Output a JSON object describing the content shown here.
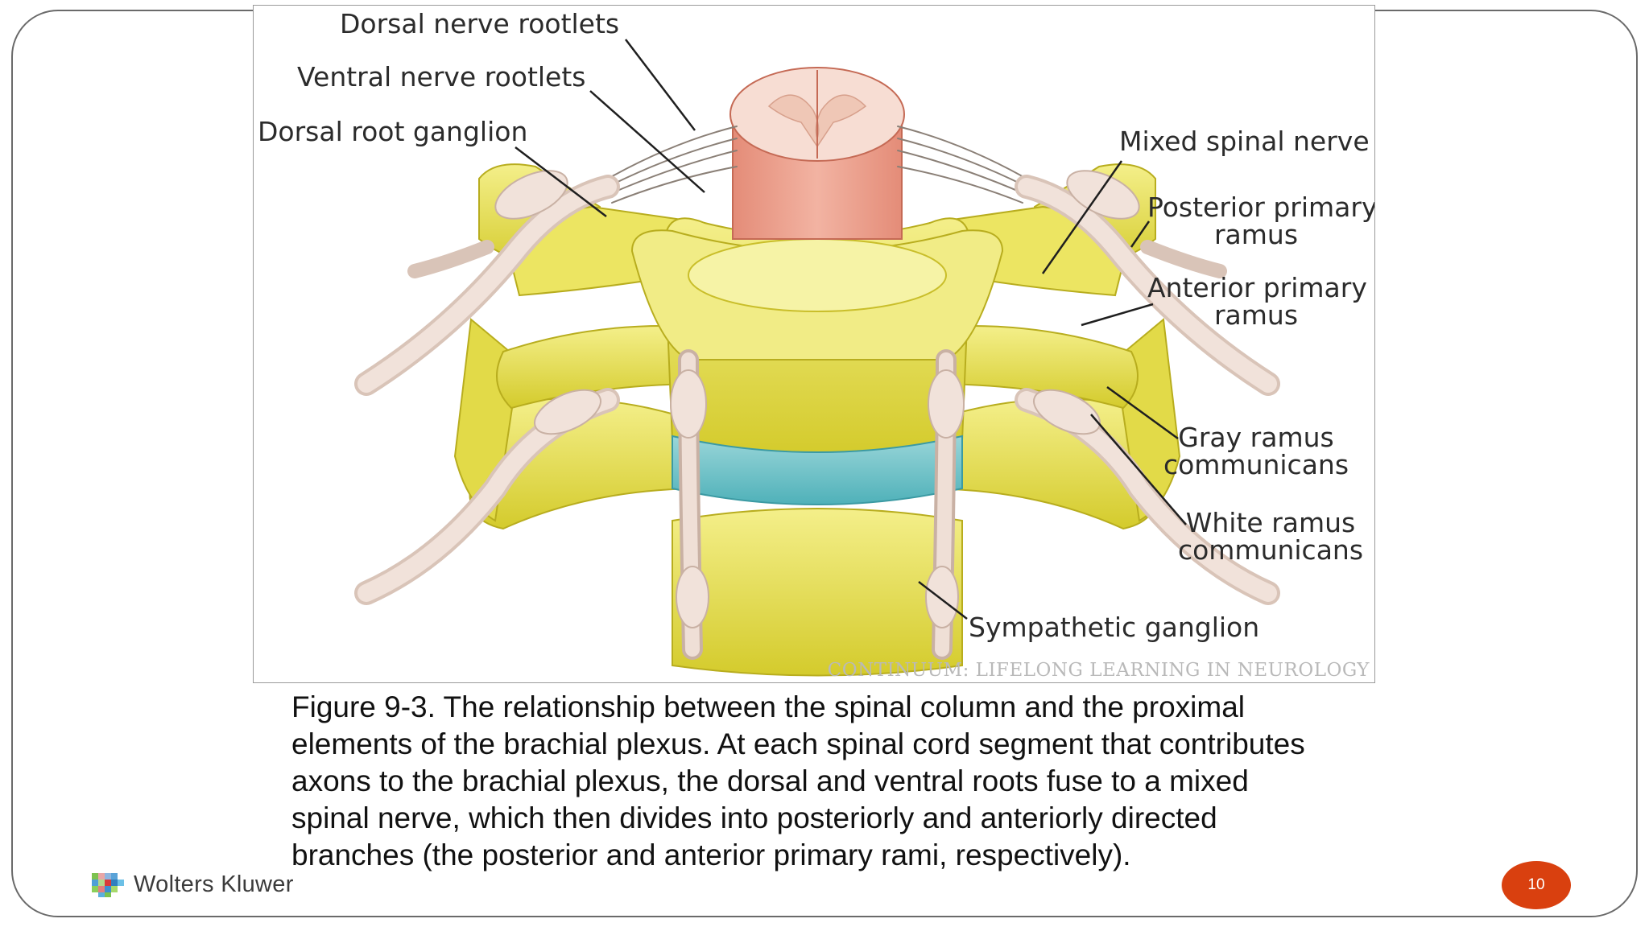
{
  "figure": {
    "labels": {
      "dorsal_nerve_rootlets": "Dorsal nerve rootlets",
      "ventral_nerve_rootlets": "Ventral nerve rootlets",
      "dorsal_root_ganglion": "Dorsal root ganglion",
      "mixed_spinal_nerve": "Mixed spinal nerve",
      "posterior_primary_ramus_1": "Posterior primary",
      "posterior_primary_ramus_2": "ramus",
      "anterior_primary_ramus_1": "Anterior primary",
      "anterior_primary_ramus_2": "ramus",
      "gray_ramus_1": "Gray ramus",
      "gray_ramus_2": "communicans",
      "white_ramus_1": "White ramus",
      "white_ramus_2": "communicans",
      "sympathetic_ganglion": "Sympathetic ganglion"
    },
    "watermark": "CONTINUUM: LIFELONG LEARNING IN NEUROLOGY"
  },
  "caption": {
    "line1": "Figure 9-3. The relationship between the spinal column and the proximal",
    "line2": "elements of the brachial plexus. At each spinal cord segment that contributes",
    "line3": "axons to the brachial plexus, the dorsal and ventral roots fuse to a mixed",
    "line4": "spinal nerve, which then divides into posteriorly and anteriorly directed",
    "line5": "branches (the posterior and anterior primary rami, respectively)."
  },
  "footer": {
    "brand": "Wolters Kluwer",
    "page_number": "10"
  },
  "colors": {
    "bone": "#e8e25a",
    "nerve": "#ecd9cf",
    "cord": "#e59a86",
    "disc": "#6fc3c9",
    "badge": "#d9400f"
  }
}
